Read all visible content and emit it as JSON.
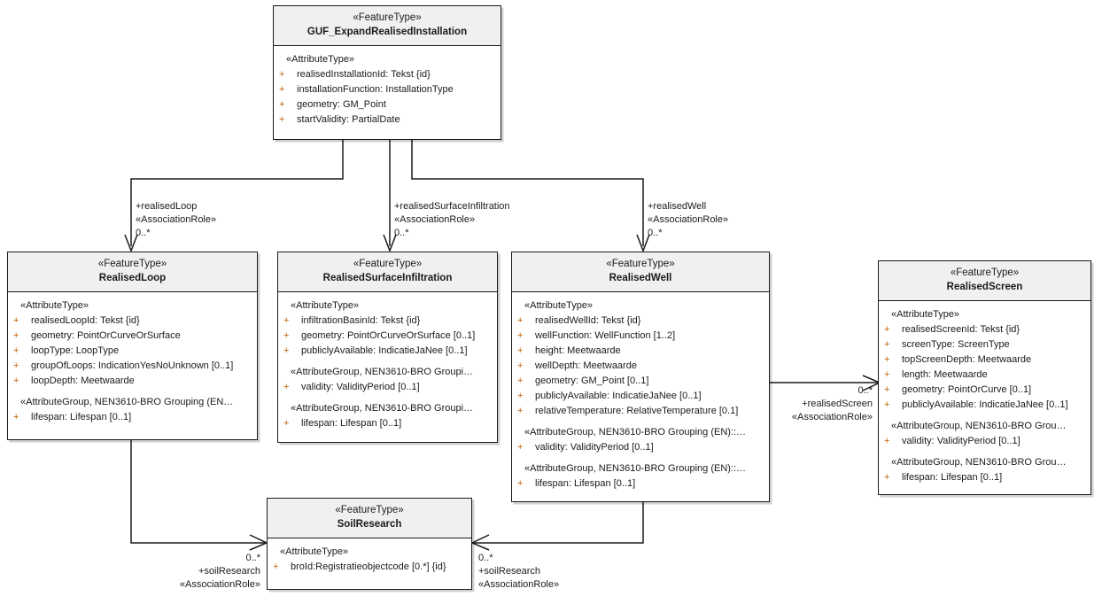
{
  "diagram": {
    "kind": "uml-class-diagram",
    "stereotype_feature": "«FeatureType»",
    "stereotype_attribute": "«AttributeType»",
    "stereotype_assoc": "«AssociationRole»",
    "visibility_public": "+"
  },
  "classes": {
    "guf": {
      "stereotype": "«FeatureType»",
      "name": "GUF_ExpandRealisedInstallation",
      "sections": [
        {
          "group": "«AttributeType»",
          "attributes": [
            {
              "vis": "+",
              "text": "realisedInstallationId: Tekst {id}"
            },
            {
              "vis": "+",
              "text": "installationFunction: InstallationType"
            },
            {
              "vis": "+",
              "text": "geometry: GM_Point"
            },
            {
              "vis": "+",
              "text": "startValidity: PartialDate"
            }
          ]
        }
      ]
    },
    "loop": {
      "stereotype": "«FeatureType»",
      "name": "RealisedLoop",
      "sections": [
        {
          "group": "«AttributeType»",
          "attributes": [
            {
              "vis": "+",
              "text": "realisedLoopId: Tekst {id}"
            },
            {
              "vis": "+",
              "text": "geometry: PointOrCurveOrSurface"
            },
            {
              "vis": "+",
              "text": "loopType: LoopType"
            },
            {
              "vis": "+",
              "text": "groupOfLoops: IndicationYesNoUnknown [0..1]"
            },
            {
              "vis": "+",
              "text": "loopDepth: Meetwaarde"
            }
          ]
        },
        {
          "group": "«AttributeGroup, NEN3610-BRO Grouping (EN…",
          "attributes": [
            {
              "vis": "+",
              "text": "lifespan: Lifespan [0..1]"
            }
          ]
        }
      ]
    },
    "infil": {
      "stereotype": "«FeatureType»",
      "name": "RealisedSurfaceInfiltration",
      "sections": [
        {
          "group": "«AttributeType»",
          "attributes": [
            {
              "vis": "+",
              "text": "infiltrationBasinId: Tekst {id}"
            },
            {
              "vis": "+",
              "text": "geometry: PointOrCurveOrSurface [0..1]"
            },
            {
              "vis": "+",
              "text": "publiclyAvailable: IndicatieJaNee [0..1]"
            }
          ]
        },
        {
          "group": "«AttributeGroup, NEN3610-BRO Groupi…",
          "attributes": [
            {
              "vis": "+",
              "text": "validity: ValidityPeriod [0..1]"
            }
          ]
        },
        {
          "group": "«AttributeGroup, NEN3610-BRO Groupi…",
          "attributes": [
            {
              "vis": "+",
              "text": "lifespan: Lifespan [0..1]"
            }
          ]
        }
      ]
    },
    "well": {
      "stereotype": "«FeatureType»",
      "name": "RealisedWell",
      "sections": [
        {
          "group": "«AttributeType»",
          "attributes": [
            {
              "vis": "+",
              "text": "realisedWellId: Tekst {id}"
            },
            {
              "vis": "+",
              "text": "wellFunction: WellFunction [1..2]"
            },
            {
              "vis": "+",
              "text": "height: Meetwaarde"
            },
            {
              "vis": "+",
              "text": "wellDepth: Meetwaarde"
            },
            {
              "vis": "+",
              "text": "geometry: GM_Point [0..1]"
            },
            {
              "vis": "+",
              "text": "publiclyAvailable: IndicatieJaNee [0..1]"
            },
            {
              "vis": "+",
              "text": "relativeTemperature: RelativeTemperature [0.1]"
            }
          ]
        },
        {
          "group": "«AttributeGroup, NEN3610-BRO Grouping (EN)::…",
          "attributes": [
            {
              "vis": "+",
              "text": "validity: ValidityPeriod [0..1]"
            }
          ]
        },
        {
          "group": "«AttributeGroup, NEN3610-BRO Grouping (EN)::…",
          "attributes": [
            {
              "vis": "+",
              "text": "lifespan: Lifespan [0..1]"
            }
          ]
        }
      ]
    },
    "screen": {
      "stereotype": "«FeatureType»",
      "name": "RealisedScreen",
      "sections": [
        {
          "group": "«AttributeType»",
          "attributes": [
            {
              "vis": "+",
              "text": "realisedScreenId: Tekst {id}"
            },
            {
              "vis": "+",
              "text": "screenType: ScreenType"
            },
            {
              "vis": "+",
              "text": "topScreenDepth: Meetwaarde"
            },
            {
              "vis": "+",
              "text": "length: Meetwaarde"
            },
            {
              "vis": "+",
              "text": "geometry: PointOrCurve [0..1]"
            },
            {
              "vis": "+",
              "text": "publiclyAvailable: IndicatieJaNee [0..1]"
            }
          ]
        },
        {
          "group": "«AttributeGroup, NEN3610-BRO Grou…",
          "attributes": [
            {
              "vis": "+",
              "text": "validity: ValidityPeriod [0..1]"
            }
          ]
        },
        {
          "group": "«AttributeGroup, NEN3610-BRO Grou…",
          "attributes": [
            {
              "vis": "+",
              "text": "lifespan: Lifespan [0..1]"
            }
          ]
        }
      ]
    },
    "soil": {
      "stereotype": "«FeatureType»",
      "name": "SoilResearch",
      "sections": [
        {
          "group": "«AttributeType»",
          "attributes": [
            {
              "vis": "+",
              "text": "broId:Registratieobjectcode [0.*] {id}"
            }
          ]
        }
      ]
    }
  },
  "associations": [
    {
      "id": "guf-loop",
      "role": "+realisedLoop",
      "stereotype": "«AssociationRole»",
      "multiplicity": "0..*"
    },
    {
      "id": "guf-infil",
      "role": "+realisedSurfaceInfiltration",
      "stereotype": "«AssociationRole»",
      "multiplicity": "0..*"
    },
    {
      "id": "guf-well",
      "role": "+realisedWell",
      "stereotype": "«AssociationRole»",
      "multiplicity": "0..*"
    },
    {
      "id": "well-screen",
      "role": "+realisedScreen",
      "stereotype": "«AssociationRole»",
      "multiplicity": "0..*"
    },
    {
      "id": "loop-soil",
      "role": "+soilResearch",
      "stereotype": "«AssociationRole»",
      "multiplicity": "0..*"
    },
    {
      "id": "well-soil",
      "role": "+soilResearch",
      "stereotype": "«AssociationRole»",
      "multiplicity": "0..*"
    }
  ],
  "colors": {
    "line": "#1a1a1a",
    "header_fill": "#f0f0f0",
    "body_fill": "#ffffff",
    "visibility": "#c06000",
    "page_bg": "#ffffff"
  }
}
